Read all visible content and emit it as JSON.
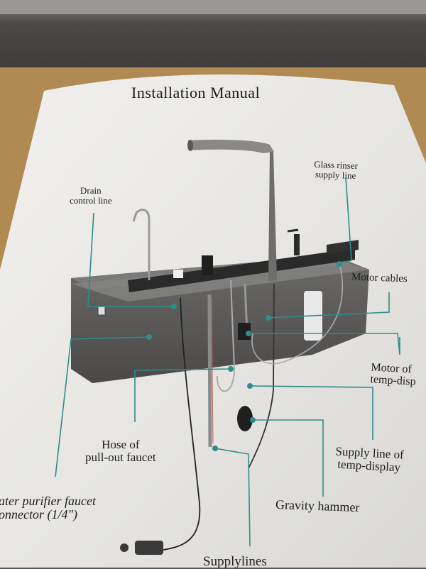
{
  "document": {
    "title": "Installation Manual",
    "labels": {
      "glass_rinser_line1": "Glass rinser",
      "glass_rinser_line2": "supply line",
      "drain_line1": "Drain",
      "drain_line2": "control line",
      "motor_cables": "Motor cables",
      "motor_temp_line1": "Motor of",
      "motor_temp_line2": "temp-disp",
      "hose_line1": "Hose of",
      "hose_line2": "pull-out faucet",
      "supply_temp_line1": "Supply line of",
      "supply_temp_line2": "temp-display",
      "purifier_line1": "ater purifier faucet",
      "purifier_line2": "onnector (1/4\")",
      "gravity_hammer": "Gravity hammer",
      "supply_lines": "Supplylines"
    },
    "colors": {
      "leader_line": "#2e8c8a",
      "paper": "#ecebe8",
      "sink": "#5c5b5a",
      "cardboard": "#b08a52"
    }
  }
}
